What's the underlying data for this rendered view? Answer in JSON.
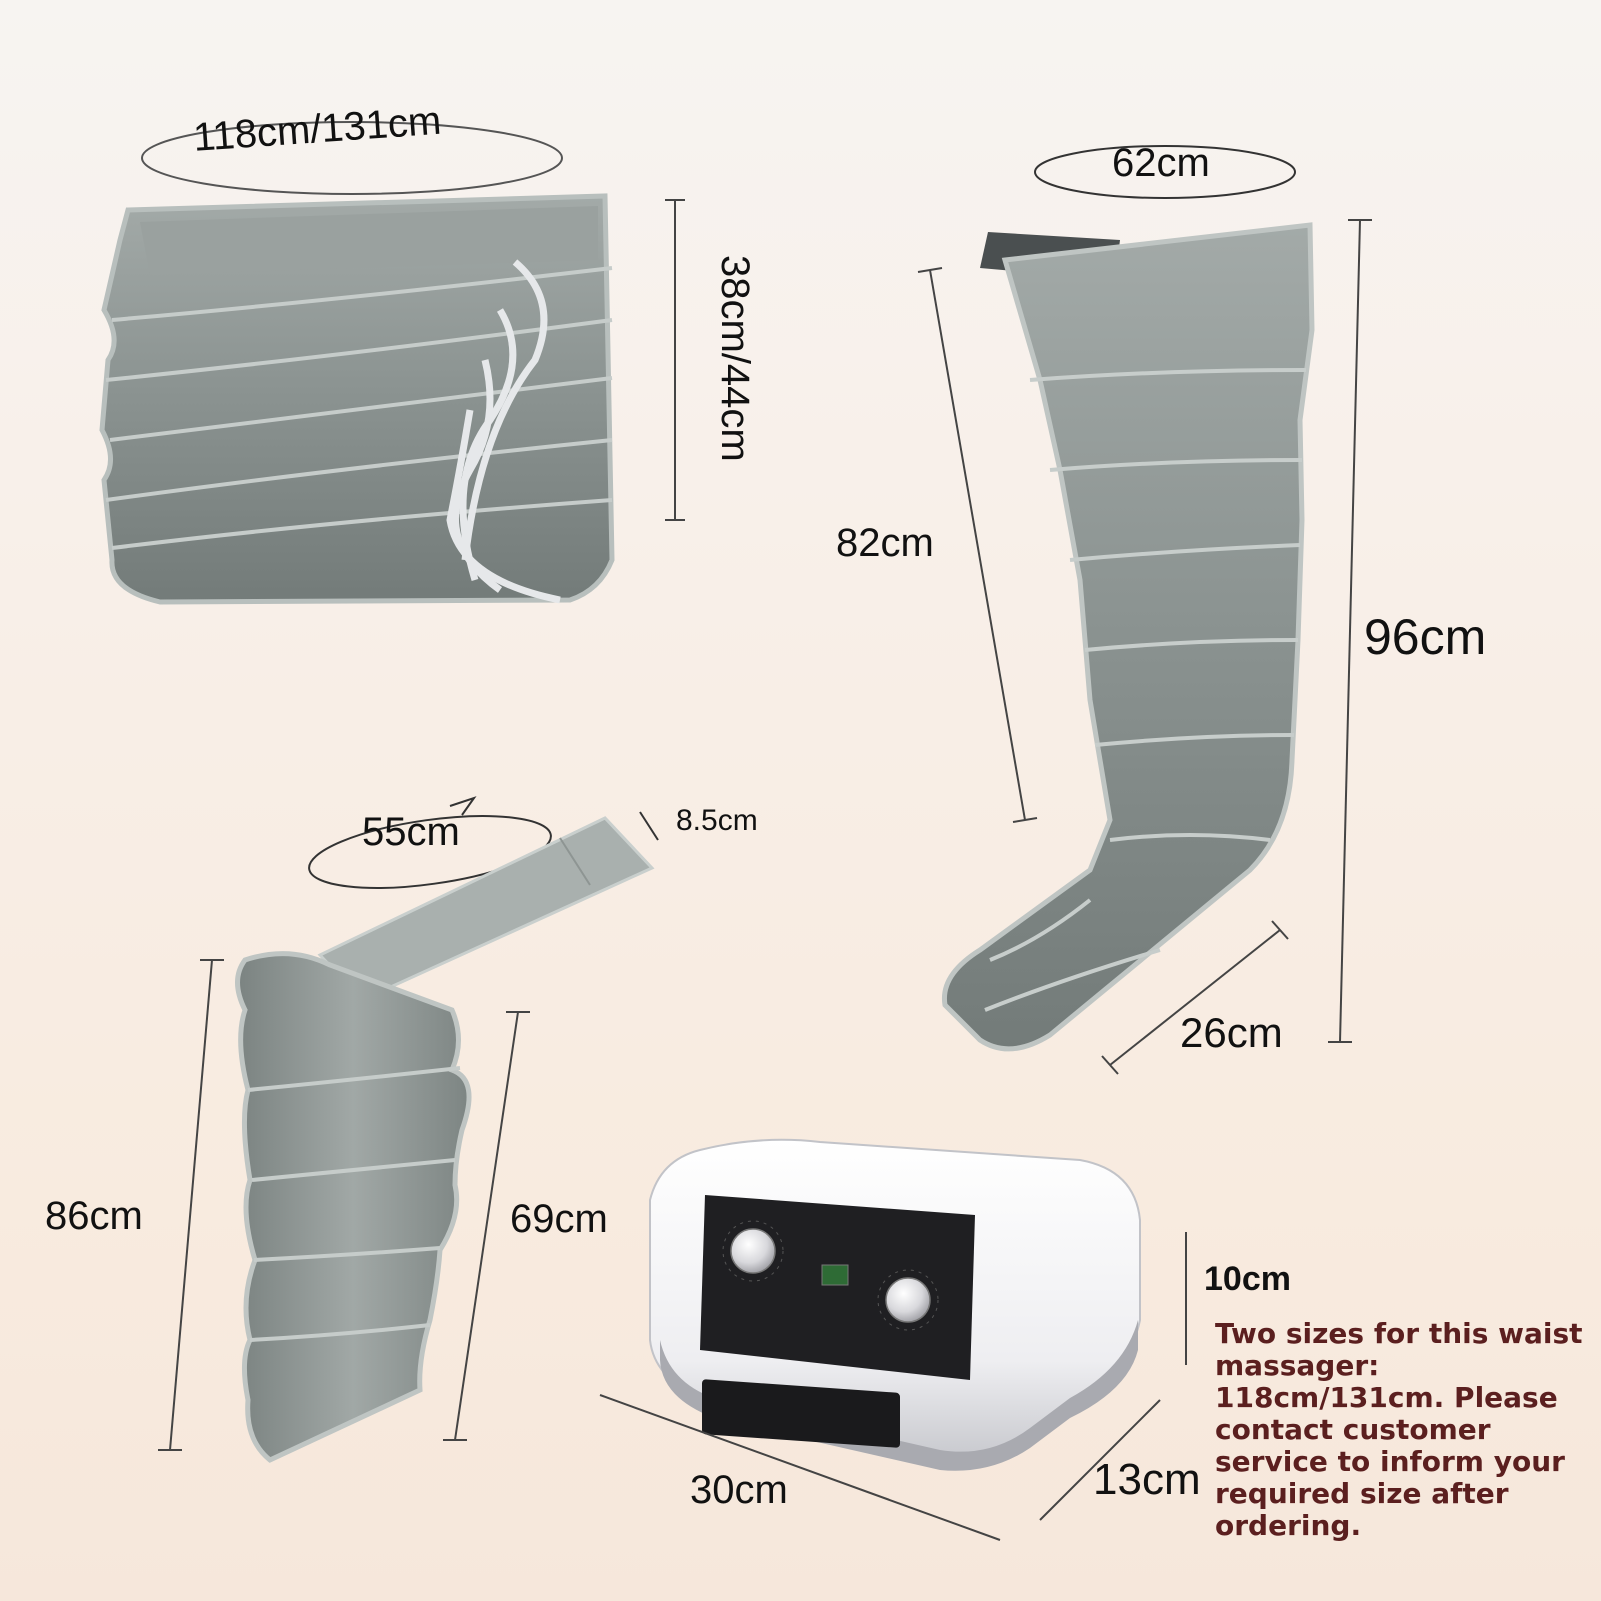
{
  "colors": {
    "fabric": "#8d9593",
    "fabric_dark": "#6f7775",
    "fabric_light": "#b9c0be",
    "device_body": "#f4f4f6",
    "device_panel": "#1f1f22",
    "note_text": "#5b1f1f"
  },
  "labels": {
    "waist_circumference": "118cm/131cm",
    "waist_height": "38cm/44cm",
    "leg_top_circumference": "62cm",
    "leg_inner_length": "82cm",
    "leg_total_length": "96cm",
    "leg_foot_width": "26cm",
    "arm_strap_circumference": "55cm",
    "arm_strap_width": "8.5cm",
    "arm_outer_length": "86cm",
    "arm_inner_length": "69cm",
    "device_height": "10cm",
    "device_width": "30cm",
    "device_depth": "13cm"
  },
  "note": "Two sizes for this waist massager: 118cm/131cm. Please contact customer service to inform your required size after ordering."
}
